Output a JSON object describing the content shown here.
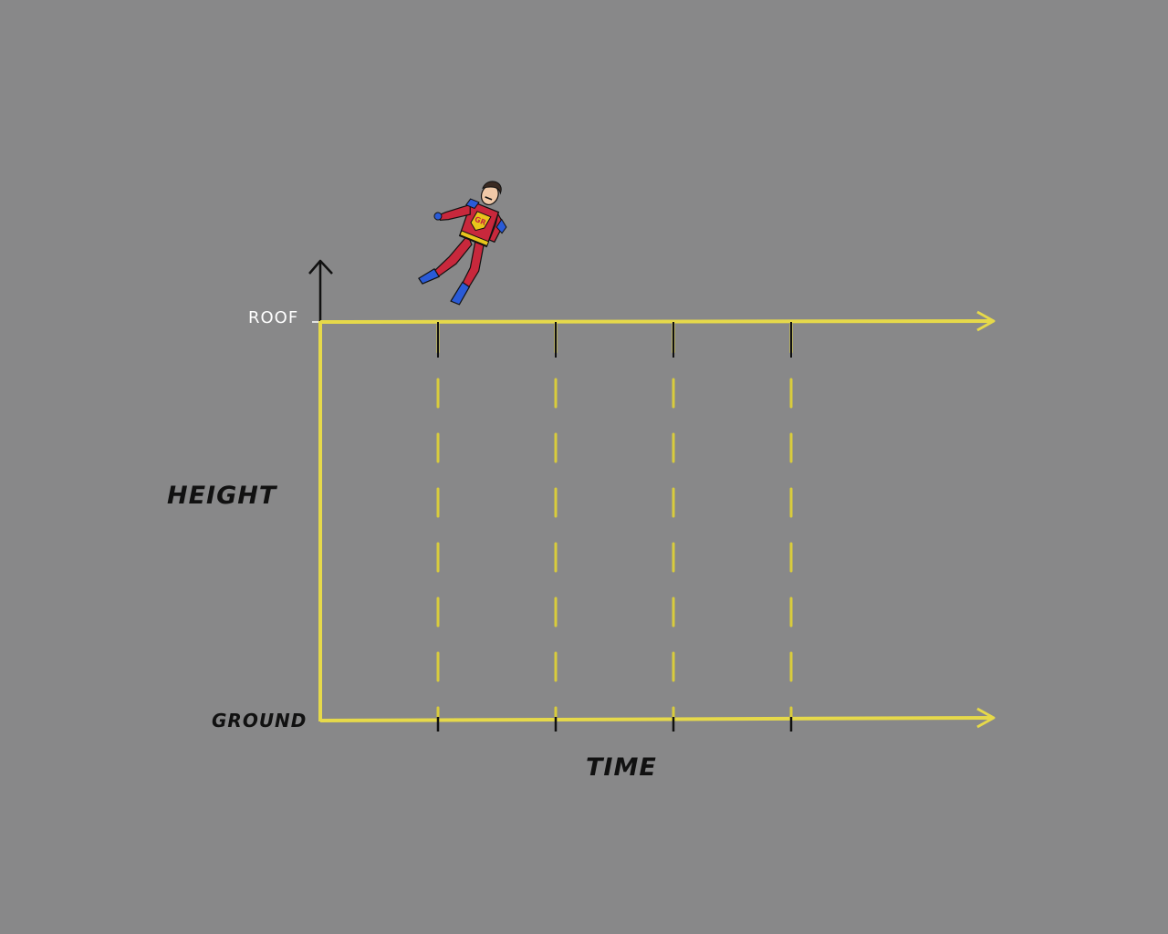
{
  "diagram": {
    "labels": {
      "roof": "ROOF",
      "ground": "GROUND",
      "height": "HEIGHT",
      "time": "TIME"
    },
    "time_interval_count": 4,
    "figure": {
      "name": "falling-superhero-icon",
      "emblem": "GR"
    },
    "colors": {
      "background": "#888889",
      "axis": "#e6d94a",
      "dashed": "#d9cc3c",
      "ink": "#111111",
      "roof_label": "#ffffff",
      "suit_red": "#c8283c",
      "suit_blue": "#2a5bd7",
      "belt_yellow": "#e8c51c"
    }
  }
}
